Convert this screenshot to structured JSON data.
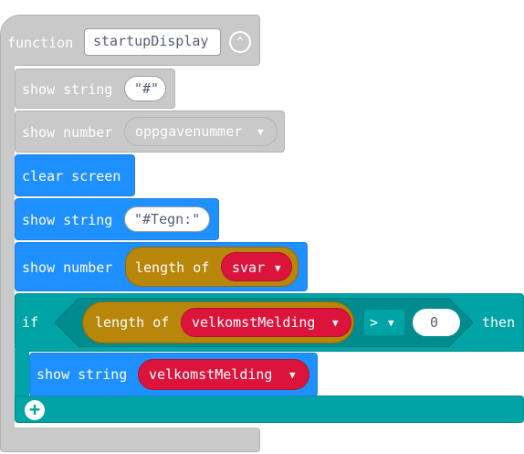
{
  "function_block": {
    "keyword": "function",
    "name": "startupDisplay",
    "collapse_icon": "chevron-up-circle-icon"
  },
  "blocks": {
    "show_string_hash": {
      "label": "show string",
      "value": "\"#\""
    },
    "show_number_task": {
      "label": "show number",
      "value": "oppgavenummer",
      "caret": "▼"
    },
    "clear_screen": {
      "label": "clear screen"
    },
    "show_string_tegn": {
      "label": "show string",
      "value": "\"#Tegn:\""
    },
    "show_number_length": {
      "label": "show number",
      "inner_label": "length of",
      "variable": "svar",
      "caret": "▼"
    },
    "if_block": {
      "keyword": "if",
      "inner_label": "length of",
      "variable": "velkomstMelding",
      "operator": ">",
      "compare_value": "0",
      "then_label": "then",
      "caret": "▼",
      "add_icon": "plus-circle-icon"
    },
    "show_string_velkomst": {
      "label": "show string",
      "variable": "velkomstMelding",
      "caret": "▼"
    }
  },
  "colors": {
    "disabled_gray": "#c9c9c9",
    "basic_blue": "#1e90ff",
    "logic_teal": "#00a4a6",
    "text_gold": "#b8860b",
    "variable_red": "#dc143c"
  }
}
